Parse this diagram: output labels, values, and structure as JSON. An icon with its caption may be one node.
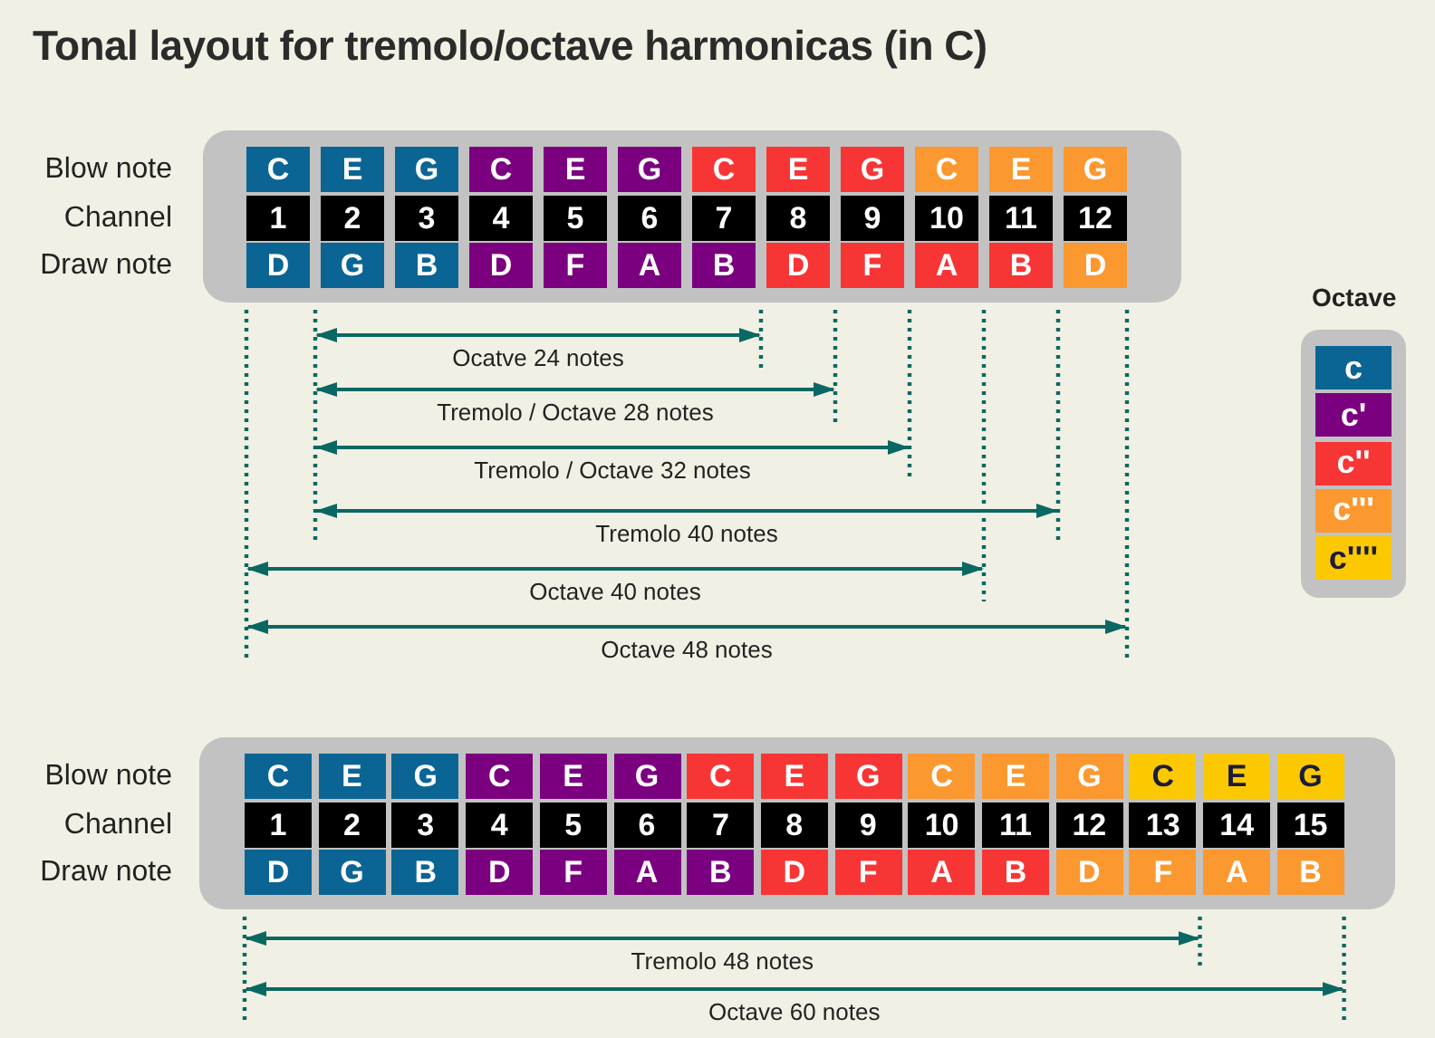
{
  "diagram": {
    "title": "Tonal layout for tremolo/octave harmonicas (in C)",
    "labels": [
      "Blow note",
      "C",
      "E",
      "G",
      "C",
      "E",
      "G",
      "C",
      "E",
      "G",
      "C",
      "E",
      "G",
      "Channel",
      "1",
      "2",
      "3",
      "4",
      "5",
      "6",
      "7",
      "8",
      "9",
      "10",
      "11",
      "12",
      "Draw note",
      "D",
      "G",
      "B",
      "D",
      "F",
      "A",
      "B",
      "D",
      "F",
      "A",
      "B",
      "D",
      "Ocatve 24 notes",
      "Tremolo / Octave 28 notes",
      "Tremolo / Octave 32 notes",
      "Tremolo 40 notes",
      "Octave 40 notes",
      "Octave 48 notes",
      "Octave",
      "Blow note",
      "C",
      "E",
      "G",
      "C",
      "E",
      "G",
      "C",
      "E",
      "G",
      "C",
      "E",
      "G",
      "C",
      "E",
      "G",
      "Channel",
      "1",
      "2",
      "3",
      "4",
      "5",
      "6",
      "7",
      "8",
      "9",
      "10",
      "11",
      "12",
      "13",
      "14",
      "15",
      "Draw note",
      "D",
      "G",
      "B",
      "D",
      "F",
      "A",
      "B",
      "D",
      "F",
      "A",
      "B",
      "D",
      "F",
      "A",
      "B",
      "Tremolo 48 notes",
      "Octave 60 notes"
    ],
    "legend": [
      {
        "text": "c",
        "color": "#0b6594"
      },
      {
        "text": "c'",
        "color": "#7b0080"
      },
      {
        "text": "c''",
        "color": "#f83535"
      },
      {
        "text": "c'''",
        "color": "#fb9830"
      },
      {
        "text": "c''''",
        "color": "#fcc900"
      }
    ]
  }
}
